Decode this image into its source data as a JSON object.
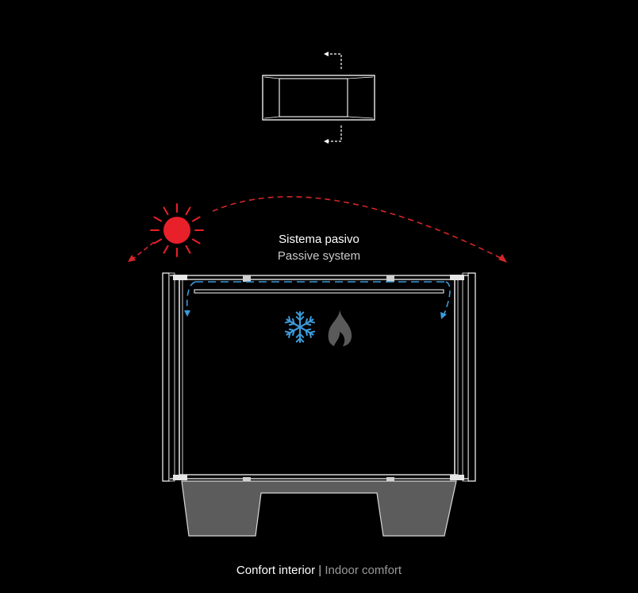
{
  "system_label": {
    "es": "Sistema pasivo",
    "en": "Passive system"
  },
  "caption": {
    "es": "Confort interior",
    "separator": " | ",
    "en": "Indoor comfort"
  },
  "icons": {
    "sun": "sun-icon",
    "snowflake": "snowflake-icon",
    "flame": "flame-icon"
  },
  "colors": {
    "background": "#000000",
    "sun": "#e8202a",
    "sun_path": "#d3262b",
    "airflow": "#3b9ad9",
    "structure": "#ffffff",
    "foundation": "#5c5c5c",
    "flame": "#5a5a5a"
  }
}
